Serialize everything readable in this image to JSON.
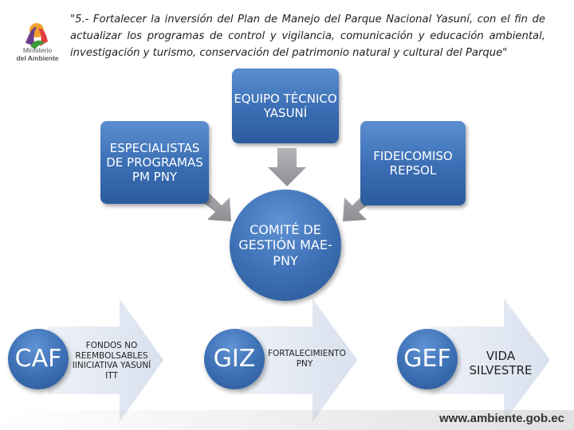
{
  "logo": {
    "line1": "Ministerio",
    "line2": "del Ambiente"
  },
  "header": {
    "text": "\"5.- Fortalecer la inversión del Plan de Manejo del Parque Nacional Yasuní, con el fin de actualizar los programas de control y vigilancia, comunicación y educación ambiental, investigación y turismo, conservación del patrimonio natural y cultural del Parque\""
  },
  "diagram": {
    "especialistas": "ESPECIALISTAS DE PROGRAMAS PM PNY",
    "equipo": "EQUIPO TÉCNICO YASUNÍ",
    "fideicomiso": "FIDEICOMISO REPSOL",
    "comite": "COMITÉ DE GESTIÓN MAE-PNY"
  },
  "funders": [
    {
      "name": "CAF",
      "program": "FONDOS NO REEMBOLSABLES IINICIATIVA YASUNÍ ITT"
    },
    {
      "name": "GIZ",
      "program": "FORTALECIMIENTO PNY"
    },
    {
      "name": "GEF",
      "program": "VIDA SILVESTRE"
    }
  ],
  "footer": {
    "url": "www.ambiente.gob.ec"
  },
  "colors": {
    "box_blue": "#3a6db3",
    "arrow_gray": "#9a9ca0",
    "accent_orange": "#f0a030",
    "accent_purple": "#6a3d8c"
  }
}
